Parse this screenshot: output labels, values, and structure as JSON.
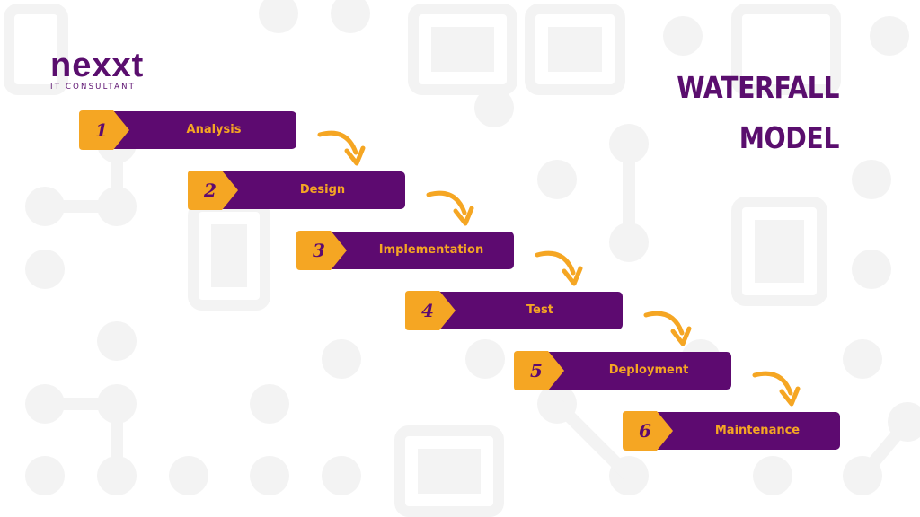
{
  "logo": {
    "mark": "nexxt",
    "tagline": "IT CONSULTANT"
  },
  "title": {
    "line1": "WATERFALL",
    "line2": "MODEL"
  },
  "steps": [
    {
      "number": "1",
      "label": "Analysis"
    },
    {
      "number": "2",
      "label": "Design"
    },
    {
      "number": "3",
      "label": "Implementation"
    },
    {
      "number": "4",
      "label": "Test"
    },
    {
      "number": "5",
      "label": "Deployment"
    },
    {
      "number": "6",
      "label": "Maintenance"
    }
  ],
  "colors": {
    "primary": "#5d0a70",
    "accent": "#f5a623",
    "background": "#ffffff",
    "pattern": "#f3f3f3"
  },
  "icons": {
    "connector": "curved-arrow-icon"
  }
}
